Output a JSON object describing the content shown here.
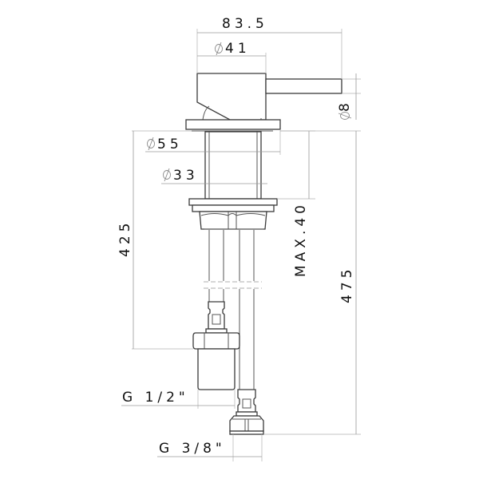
{
  "drawing": {
    "title": "Bidet mixer dimension drawing",
    "dimensions": {
      "overall_width": "83.5",
      "handle_diameter": "41",
      "lever_diameter": "8",
      "flange_diameter": "55",
      "body_diameter": "33",
      "height_to_flange": "425",
      "max_deck_thickness": "MAX.40",
      "overall_height": "475",
      "inlet_thread": "G 1/2\"",
      "outlet_thread": "G 3/8\""
    },
    "diameter_symbol": "phi-icon",
    "colors": {
      "outline": "#3a3a3a",
      "dimension_line": "#9a9a9a",
      "text": "#111111",
      "background": "#ffffff"
    }
  }
}
